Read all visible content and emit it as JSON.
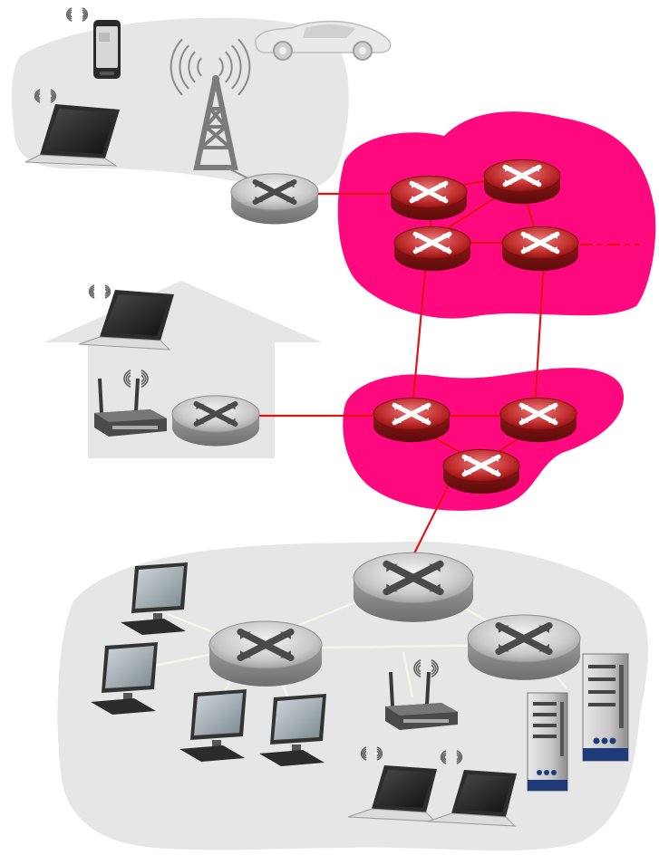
{
  "colors": {
    "isp_cloud": "#ff0a7e",
    "region_gray": "#e6e6e6",
    "link_red": "#e01515",
    "link_light": "#eeeedc",
    "router_gray": "#b9b9b9",
    "router_red": "#c32a2a",
    "wireless_wave": "#7a7a7a"
  },
  "regions": [
    {
      "id": "mobile-network",
      "fill": "region_gray"
    },
    {
      "id": "home-network",
      "fill": "region_gray"
    },
    {
      "id": "enterprise-network",
      "fill": "region_gray"
    },
    {
      "id": "global-isp",
      "fill": "isp_cloud"
    },
    {
      "id": "regional-isp",
      "fill": "isp_cloud"
    }
  ],
  "routers": [
    {
      "id": "mobile-edge",
      "style": "gray"
    },
    {
      "id": "global-a",
      "style": "red"
    },
    {
      "id": "global-b",
      "style": "red"
    },
    {
      "id": "global-c",
      "style": "red"
    },
    {
      "id": "global-d",
      "style": "red"
    },
    {
      "id": "regional-a",
      "style": "red"
    },
    {
      "id": "regional-b",
      "style": "red"
    },
    {
      "id": "regional-c",
      "style": "red"
    },
    {
      "id": "home-router",
      "style": "gray"
    },
    {
      "id": "enterprise-top",
      "style": "gray"
    },
    {
      "id": "enterprise-left",
      "style": "gray"
    },
    {
      "id": "enterprise-right",
      "style": "gray"
    }
  ],
  "devices": [
    {
      "id": "smartphone",
      "icon": "smartphone-icon",
      "wireless": true
    },
    {
      "id": "car",
      "icon": "car-icon",
      "wireless": false
    },
    {
      "id": "mobile-laptop",
      "icon": "laptop-icon",
      "wireless": true
    },
    {
      "id": "cell-tower",
      "icon": "cell-tower-icon",
      "wireless": true
    },
    {
      "id": "home-laptop",
      "icon": "laptop-icon",
      "wireless": true
    },
    {
      "id": "home-wifi-ap",
      "icon": "wifi-access-point-icon",
      "wireless": true
    },
    {
      "id": "desktop-1",
      "icon": "desktop-computer-icon",
      "wireless": false
    },
    {
      "id": "desktop-2",
      "icon": "desktop-computer-icon",
      "wireless": false
    },
    {
      "id": "desktop-3",
      "icon": "desktop-computer-icon",
      "wireless": false
    },
    {
      "id": "desktop-4",
      "icon": "desktop-computer-icon",
      "wireless": false
    },
    {
      "id": "enterprise-wifi-ap",
      "icon": "wifi-access-point-icon",
      "wireless": true
    },
    {
      "id": "server-1",
      "icon": "server-icon",
      "wireless": false
    },
    {
      "id": "server-2",
      "icon": "server-icon",
      "wireless": false
    },
    {
      "id": "enterprise-laptop-1",
      "icon": "laptop-icon",
      "wireless": true
    },
    {
      "id": "enterprise-laptop-2",
      "icon": "laptop-icon",
      "wireless": true
    }
  ],
  "links": [
    {
      "from": "mobile-edge",
      "to": "global-a",
      "type": "wired"
    },
    {
      "from": "global-a",
      "to": "global-b",
      "type": "wired"
    },
    {
      "from": "global-a",
      "to": "global-c",
      "type": "wired"
    },
    {
      "from": "global-c",
      "to": "global-d",
      "type": "wired"
    },
    {
      "from": "global-b",
      "to": "global-d",
      "type": "wired"
    },
    {
      "from": "global-b",
      "to": "global-c",
      "type": "wired"
    },
    {
      "from": "global-c",
      "to": "regional-a",
      "type": "wired"
    },
    {
      "from": "global-d",
      "to": "regional-b",
      "type": "wired"
    },
    {
      "from": "home-router",
      "to": "regional-a",
      "type": "wired"
    },
    {
      "from": "regional-a",
      "to": "regional-b",
      "type": "wired"
    },
    {
      "from": "regional-a",
      "to": "regional-c",
      "type": "wired"
    },
    {
      "from": "regional-b",
      "to": "regional-c",
      "type": "wired"
    },
    {
      "from": "regional-c",
      "to": "enterprise-top",
      "type": "wired"
    },
    {
      "from": "global-d",
      "to": "off-page",
      "type": "dashed"
    },
    {
      "from": "enterprise-left",
      "to": "enterprise-top",
      "type": "lan"
    },
    {
      "from": "enterprise-top",
      "to": "enterprise-right",
      "type": "lan"
    },
    {
      "from": "enterprise-left",
      "to": "enterprise-right",
      "type": "lan"
    }
  ]
}
